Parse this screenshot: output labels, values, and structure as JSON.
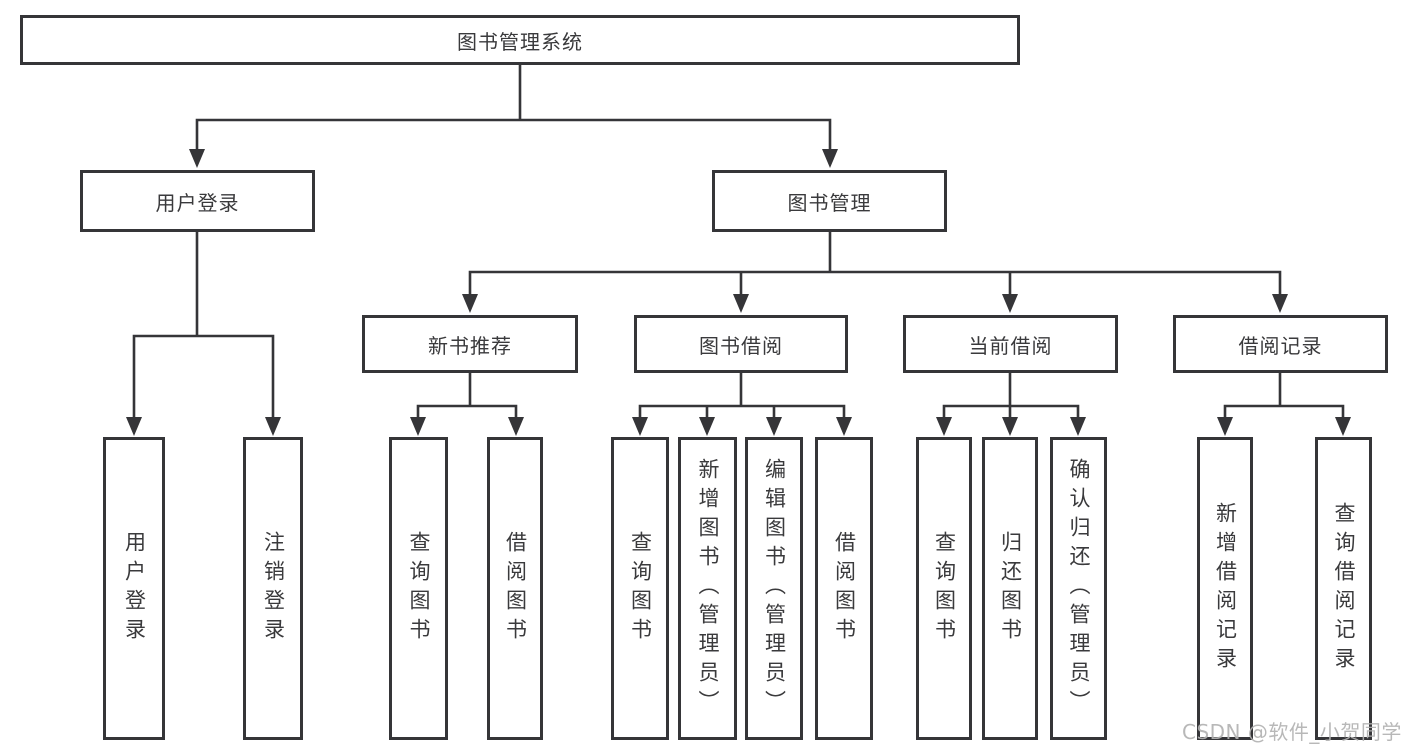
{
  "diagram": {
    "root": "图书管理系统",
    "level2": {
      "user_login": "用户登录",
      "book_mgmt": "图书管理"
    },
    "level3": {
      "new_books": "新书推荐",
      "borrowing": "图书借阅",
      "current": "当前借阅",
      "records": "借阅记录"
    },
    "leaves": {
      "user_login": [
        "用户登录",
        "注销登录"
      ],
      "new_books": [
        "查询图书",
        "借阅图书"
      ],
      "borrowing": [
        "查询图书",
        "新增图书（管理员）",
        "编辑图书（管理员）",
        "借阅图书"
      ],
      "current": [
        "查询图书",
        "归还图书",
        "确认归还（管理员）"
      ],
      "records": [
        "新增借阅记录",
        "查询借阅记录"
      ]
    },
    "line_color": "#353538"
  },
  "watermark": "CSDN @软件_小贺同学"
}
